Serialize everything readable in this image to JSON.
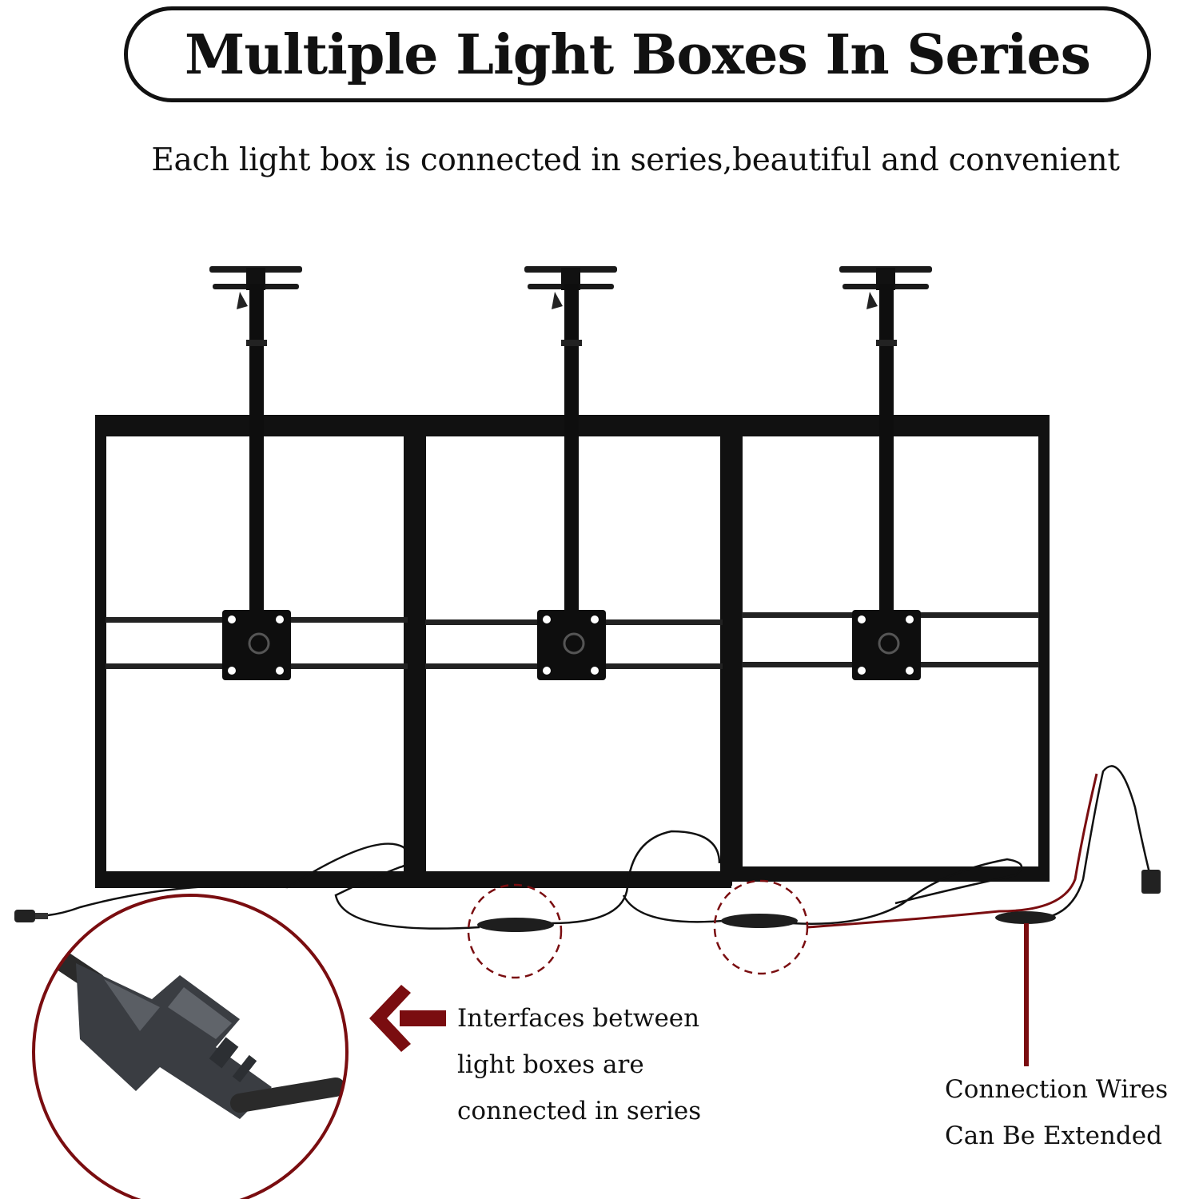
{
  "title": "Multiple Light Boxes In Series",
  "subtitle": "Each light box is connected in series,beautiful and convenient",
  "callouts": {
    "interfaces": [
      "Interfaces between",
      "light boxes are",
      "connected in series"
    ],
    "wires": [
      "Connection Wires",
      "Can Be Extended"
    ]
  },
  "colors": {
    "frame": "#111111",
    "callout": "#7a0d10",
    "text": "#111111"
  },
  "light_boxes": 3
}
